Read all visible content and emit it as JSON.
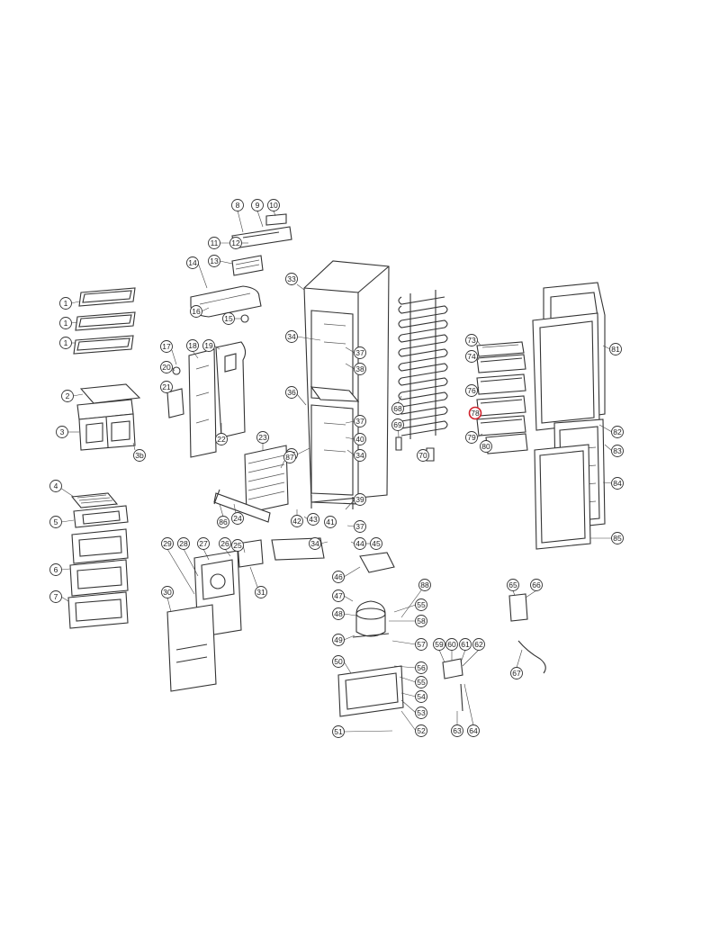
{
  "diagram": {
    "type": "exploded-parts-diagram",
    "highlight_color": "#d0202a",
    "highlighted_label": "78",
    "labels": [
      "1",
      "1",
      "1",
      "2",
      "3",
      "3b",
      "4",
      "5",
      "6",
      "7",
      "8",
      "9",
      "10",
      "11",
      "12",
      "13",
      "14",
      "15",
      "16",
      "17",
      "18",
      "19",
      "20",
      "21",
      "22",
      "23",
      "24",
      "86",
      "25",
      "26",
      "27",
      "28",
      "29",
      "30",
      "31",
      "33",
      "34",
      "37",
      "38",
      "36",
      "37",
      "40",
      "34",
      "35",
      "87",
      "39",
      "41",
      "37",
      "42",
      "43",
      "44",
      "45",
      "34",
      "68",
      "69",
      "70",
      "73",
      "74",
      "76",
      "78",
      "79",
      "80",
      "81",
      "82",
      "83",
      "84",
      "85",
      "46",
      "47",
      "48",
      "49",
      "50",
      "51",
      "52",
      "53",
      "54",
      "55",
      "55",
      "56",
      "57",
      "58",
      "59",
      "60",
      "61",
      "62",
      "63",
      "64",
      "65",
      "66",
      "67",
      "88"
    ]
  }
}
